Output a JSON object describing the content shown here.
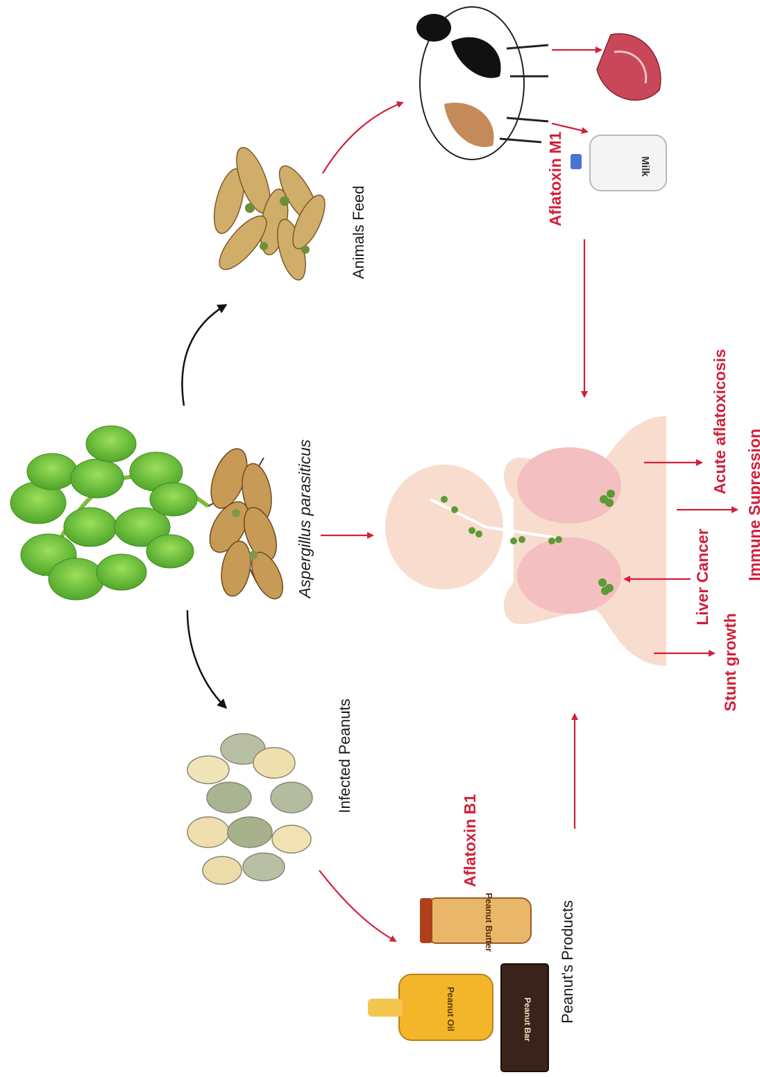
{
  "labels": {
    "animals_feed": "Animals Feed",
    "aspergillus": "Aspergillus parasiticus",
    "infected_peanuts": "Infected Peanuts",
    "peanut_products": "Peanut's Products",
    "aflatoxin_m1": "Aflatoxin M1",
    "aflatoxin_b1": "Aflatoxin B1",
    "acute": "Acute aflatoxicosis",
    "immune": "Immune Supression",
    "liver": "Liver Cancer",
    "stunt": "Stunt growth"
  },
  "product_text": {
    "milk": "Milk",
    "butter": "Peanut Butter",
    "oil": "Peanut Oil",
    "bar": "Peanut Bar"
  },
  "colors": {
    "red_arrow": "#d0203a",
    "black_arrow": "#111111",
    "leaf_green": "#6cc13a",
    "peanut_tan": "#c9a25a",
    "skin": "#f8dccd",
    "lung": "#f3bfc0"
  }
}
